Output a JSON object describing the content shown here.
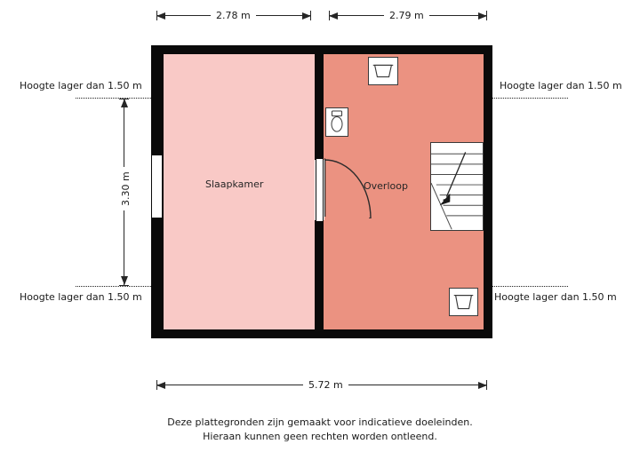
{
  "floorplan": {
    "rooms": [
      {
        "id": "bedroom",
        "label": "Slaapkamer",
        "color": "#f9c9c6"
      },
      {
        "id": "landing",
        "label": "Overloop",
        "color": "#eb9281"
      }
    ],
    "dimensions": {
      "top_left": "2.78 m",
      "top_right": "2.79 m",
      "left_vertical": "3.30 m",
      "bottom_total": "5.72 m"
    },
    "height_notes": {
      "top_left": "Hoogte lager dan 1.50 m",
      "top_right": "Hoogte lager dan 1.50 m",
      "bottom_left": "Hoogte lager dan 1.50 m",
      "bottom_right": "Hoogte lager dan 1.50 m"
    },
    "wall_color": "#0a0a0a",
    "line_color": "#262626"
  },
  "footer": {
    "line1": "Deze plattegronden zijn gemaakt voor indicatieve doeleinden.",
    "line2": "Hieraan kunnen geen rechten worden ontleend."
  }
}
